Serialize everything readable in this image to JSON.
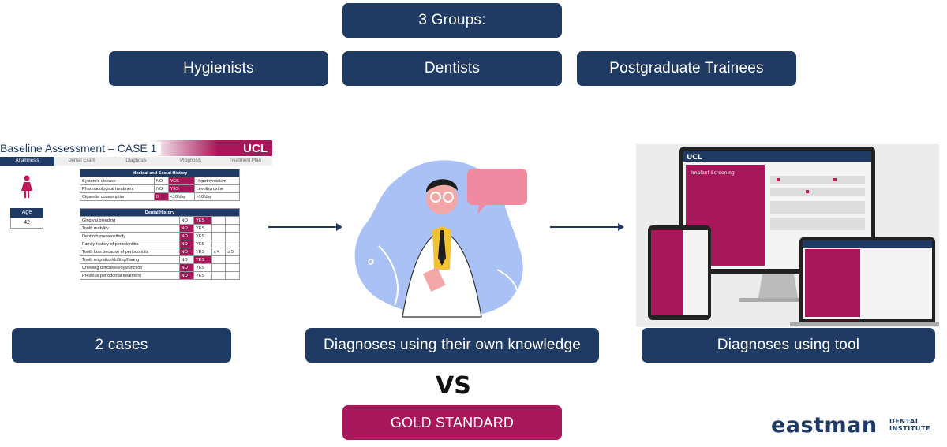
{
  "header": {
    "groups_label": "3 Groups:"
  },
  "groups": [
    {
      "label": "Hygienists"
    },
    {
      "label": "Dentists"
    },
    {
      "label": "Postgraduate Trainees"
    }
  ],
  "flow": {
    "cases_label": "2 cases",
    "own_knowledge_label": "Diagnoses using their own knowledge",
    "tool_label": "Diagnoses using tool",
    "vs": "VS",
    "gold_standard": "GOLD STANDARD"
  },
  "baseline": {
    "title": "Baseline Assessment – CASE 1",
    "logo": "UCL",
    "tabs": [
      "Anamnesis",
      "Dental Exam",
      "Diagnosis",
      "Prognosis",
      "Treatment Plan"
    ],
    "age_header": "Age",
    "age_value": "42",
    "medical_header": "Medical and Social History",
    "medical_rows": [
      [
        "Systemic disease",
        "NO",
        "YES",
        "Hypothyroidism"
      ],
      [
        "Pharmacological treatment",
        "NO",
        "YES",
        "Levothyroxine"
      ],
      [
        "Cigarette consumption",
        "0",
        "<10/day",
        ">10/day"
      ]
    ],
    "dental_header": "Dental History",
    "dental_rows": [
      [
        "Gingival bleeding",
        "NO",
        "YES",
        "",
        ""
      ],
      [
        "Tooth mobility",
        "NO",
        "YES",
        "",
        ""
      ],
      [
        "Dentin hypersensitivity",
        "NO",
        "YES",
        "",
        ""
      ],
      [
        "Family history of periodontitis",
        "NO",
        "YES",
        "",
        ""
      ],
      [
        "Tooth loss because of periodontitis",
        "NO",
        "YES",
        "≤ 4",
        "≥ 5"
      ],
      [
        "Tooth migration/drifting/flaring",
        "NO",
        "YES",
        "",
        ""
      ],
      [
        "Chewing difficulties/dysfunction",
        "NO",
        "YES",
        "",
        ""
      ],
      [
        "Previous periodontal treatment",
        "NO",
        "YES",
        "",
        ""
      ]
    ]
  },
  "devices": {
    "logo": "UCL",
    "screen_title": "Implant Screening"
  },
  "logo": {
    "name": "eastman",
    "sub_line1": "DENTAL",
    "sub_line2": "INSTITUTE"
  },
  "colors": {
    "navy": "#1f3b64",
    "magenta": "#a8175a"
  }
}
